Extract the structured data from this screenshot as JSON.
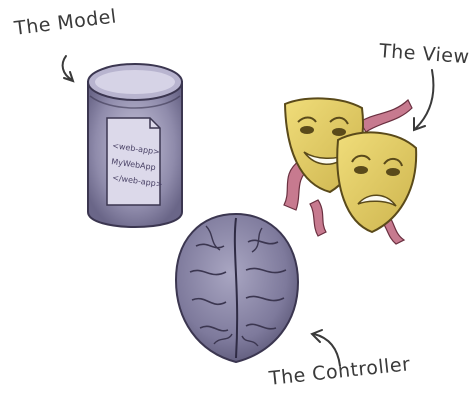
{
  "labels": {
    "model": "The Model",
    "view": "The View",
    "controller": "The Controller"
  },
  "model_document_lines": [
    "<web-app>",
    "MyWebApp",
    "</web-app>"
  ],
  "colors": {
    "ink": "#3a3a3a",
    "cylinder": "#8a86a6",
    "masks": "#e3cf6a",
    "ribbons": "#c77a8f",
    "brain": "#7e7a9c"
  },
  "icons": {
    "model": "database-cylinder-icon",
    "view": "theater-masks-icon",
    "controller": "brain-icon"
  }
}
